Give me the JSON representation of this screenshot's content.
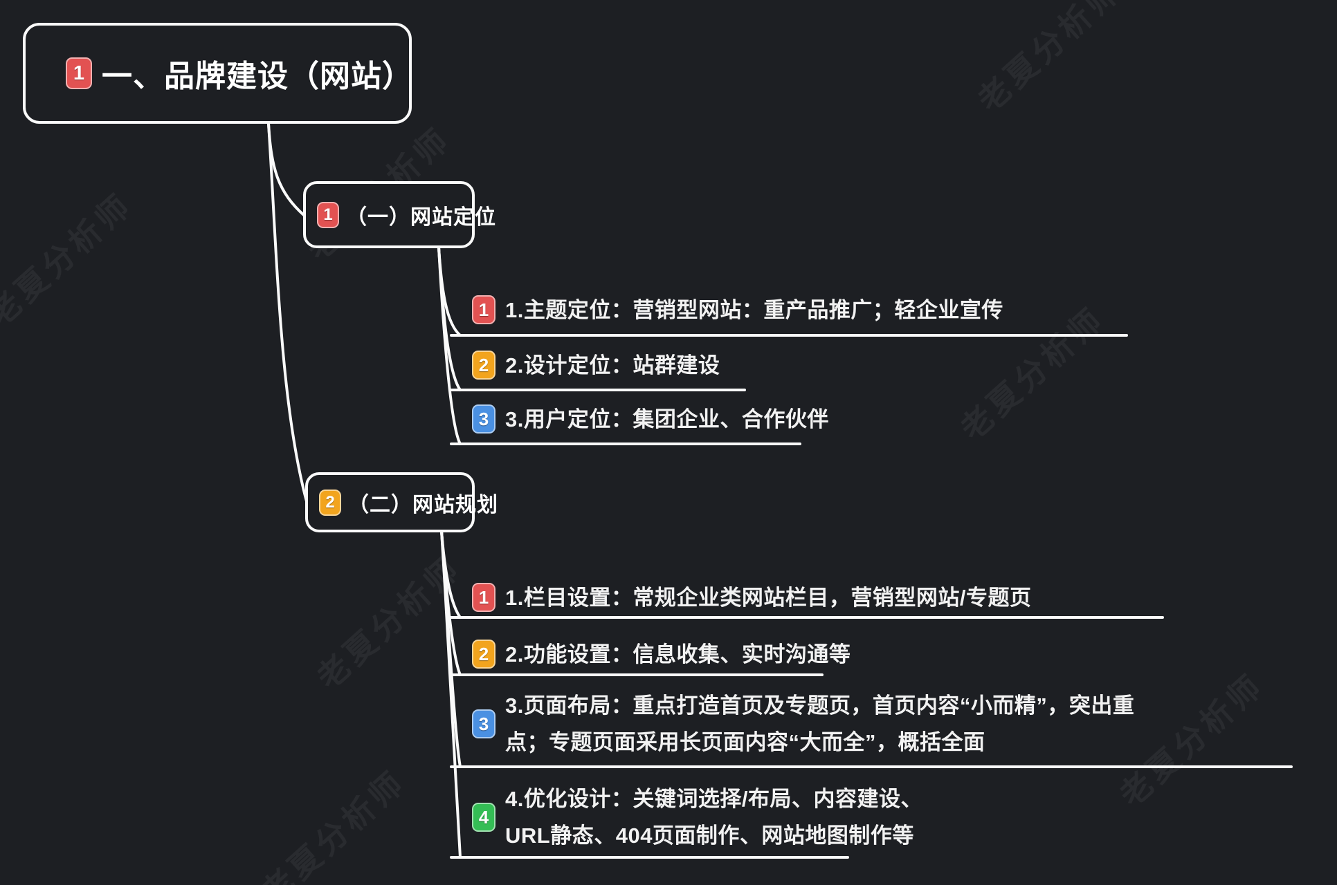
{
  "palette": {
    "red": "#e25252",
    "yellow": "#f2a41e",
    "blue": "#4a90e2",
    "green": "#34bd55",
    "line": "#fafafa",
    "background": "#1d1f23"
  },
  "watermark": {
    "text": "老夏分析师"
  },
  "root": {
    "badge": "1",
    "color": "red",
    "label": "一、品牌建设（网站）"
  },
  "branches": [
    {
      "node": {
        "badge": "1",
        "color": "red",
        "label": "（一）网站定位"
      },
      "items": [
        {
          "badge": "1",
          "color": "red",
          "lines": [
            "1.主题定位：营销型网站：重产品推广；轻企业宣传"
          ]
        },
        {
          "badge": "2",
          "color": "yellow",
          "lines": [
            "2.设计定位：站群建设"
          ]
        },
        {
          "badge": "3",
          "color": "blue",
          "lines": [
            "3.用户定位：集团企业、合作伙伴"
          ]
        }
      ]
    },
    {
      "node": {
        "badge": "2",
        "color": "yellow",
        "label": "（二）网站规划"
      },
      "items": [
        {
          "badge": "1",
          "color": "red",
          "lines": [
            "1.栏目设置：常规企业类网站栏目，营销型网站/专题页"
          ]
        },
        {
          "badge": "2",
          "color": "yellow",
          "lines": [
            "2.功能设置：信息收集、实时沟通等"
          ]
        },
        {
          "badge": "3",
          "color": "blue",
          "lines": [
            "3.页面布局：重点打造首页及专题页，首页内容“小而精”，突出重",
            "点；专题页面采用长页面内容“大而全”，概括全面"
          ]
        },
        {
          "badge": "4",
          "color": "green",
          "lines": [
            "4.优化设计：关键词选择/布局、内容建设、",
            "URL静态、404页面制作、网站地图制作等"
          ]
        }
      ]
    }
  ]
}
